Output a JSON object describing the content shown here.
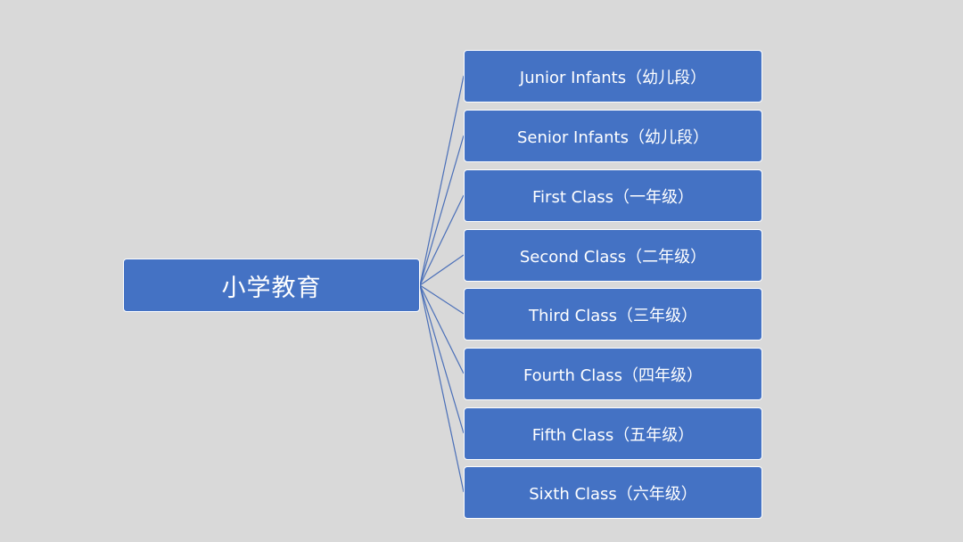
{
  "colors": {
    "background": "#d9d9d9",
    "node_fill": "#4472c4",
    "node_border": "#ffffff",
    "connector": "#4a6fb8",
    "text": "#ffffff"
  },
  "root": {
    "label": "小学教育"
  },
  "children": [
    {
      "label": "Junior Infants（幼儿段）"
    },
    {
      "label": "Senior Infants（幼儿段）"
    },
    {
      "label": "First Class（一年级）"
    },
    {
      "label": "Second Class（二年级）"
    },
    {
      "label": "Third Class（三年级）"
    },
    {
      "label": "Fourth Class（四年级）"
    },
    {
      "label": "Fifth Class（五年级）"
    },
    {
      "label": "Sixth Class（六年级）"
    }
  ]
}
